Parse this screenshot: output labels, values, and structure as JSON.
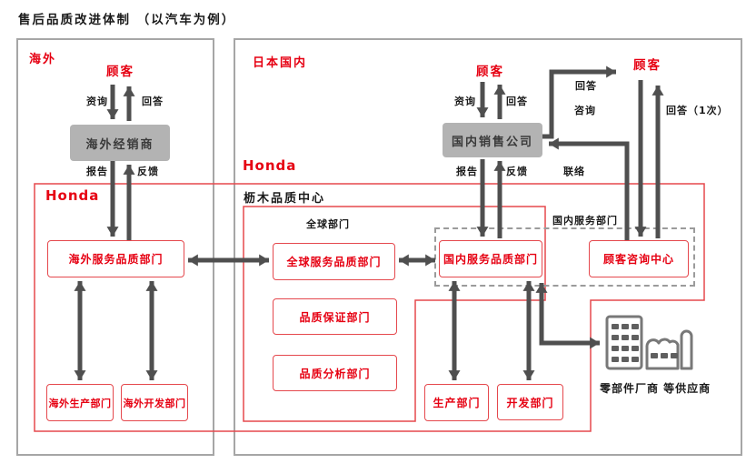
{
  "title": "售后品质改进体制 （以汽车为例）",
  "sections": {
    "overseas": "海外",
    "japan": "日本国内",
    "honda_overseas": "Honda",
    "honda_japan": "Honda",
    "tochigi_center": "枥木品质中心",
    "global_depts": "全球部门",
    "domestic_service_depts": "国内服务部门"
  },
  "actors": {
    "customer_overseas": "顾客",
    "customer_japan": "顾客",
    "customer_japan_right": "顾客",
    "overseas_dealer": "海外经销商",
    "domestic_sales_company": "国内销售公司"
  },
  "departments": {
    "overseas_service_quality": "海外服务品质部门",
    "overseas_production": "海外生产部门",
    "overseas_development": "海外开发部门",
    "global_service_quality": "全球服务品质部门",
    "quality_assurance": "品质保证部门",
    "quality_analysis": "品质分析部门",
    "domestic_service_quality": "国内服务品质部门",
    "customer_consultation_center": "顾客咨询中心",
    "production": "生产部门",
    "development": "开发部门"
  },
  "flow_labels": {
    "overseas_inquiry": "资询",
    "overseas_answer": "回答",
    "overseas_report": "报告",
    "overseas_feedback": "反馈",
    "japan_inquiry": "资询",
    "japan_answer": "回答",
    "japan_report": "报告",
    "japan_feedback": "反馈",
    "sales_answer": "回答",
    "customer_consult": "咨询",
    "answer_once": "回答（1次）",
    "contact": "联络"
  },
  "supplier": {
    "label": "零部件厂商 等供应商"
  },
  "icons": {
    "building": "office-building-icon",
    "factory": "factory-icon"
  },
  "colors": {
    "red": "#e60012",
    "bred": "#e5484d",
    "grayfill": "#b3b3b3",
    "frame": "#a6a6a6",
    "dash": "#9b9b9b",
    "arrow": "#4f4f4f",
    "icon": "#787878"
  }
}
